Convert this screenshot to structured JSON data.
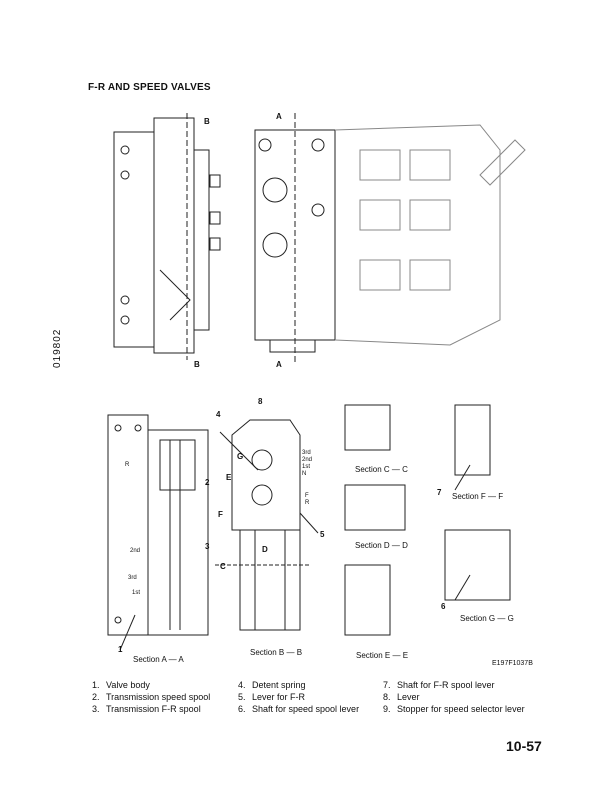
{
  "title": "F-R AND SPEED VALVES",
  "side_code": "019802",
  "page_number": "10-57",
  "figure_code": "E197F1037B",
  "cut_marks": {
    "b_top": "B",
    "b_bottom": "B",
    "a_top": "A",
    "a_bottom": "A"
  },
  "sections": {
    "a": "Section A — A",
    "b": "Section B — B",
    "c": "Section C — C",
    "d": "Section D — D",
    "e": "Section E — E",
    "f": "Section F — F",
    "g": "Section G — G"
  },
  "callouts": [
    "1",
    "2",
    "3",
    "4",
    "5",
    "6",
    "7",
    "8"
  ],
  "drawing_labels": {
    "third": "3rd",
    "second": "2nd",
    "first": "1st",
    "n": "N",
    "f": "F",
    "r": "R",
    "g": "G",
    "e": "E",
    "d": "D",
    "c": "C"
  },
  "legend": [
    {
      "n": "1.",
      "text": "Valve body"
    },
    {
      "n": "2.",
      "text": "Transmission speed spool"
    },
    {
      "n": "3.",
      "text": "Transmission F-R spool"
    },
    {
      "n": "4.",
      "text": "Detent spring"
    },
    {
      "n": "5.",
      "text": "Lever for F-R"
    },
    {
      "n": "6.",
      "text": "Shaft for speed spool lever"
    },
    {
      "n": "7.",
      "text": "Shaft for F-R spool lever"
    },
    {
      "n": "8.",
      "text": "Lever"
    },
    {
      "n": "9.",
      "text": "Stopper for speed selector lever"
    }
  ]
}
